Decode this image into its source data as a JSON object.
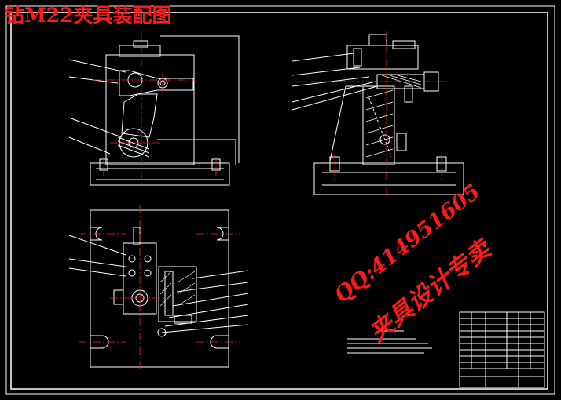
{
  "drawing": {
    "title": "钻M22夹具装配图"
  },
  "watermark": {
    "qq_line": "QQ:414951605",
    "service_line": "夹具设计专卖"
  },
  "colors": {
    "background": "#000000",
    "line": "#ffffff",
    "centerline": "#ff2020",
    "watermark": "#ff1a1a",
    "dim": "#c0c0c0"
  }
}
